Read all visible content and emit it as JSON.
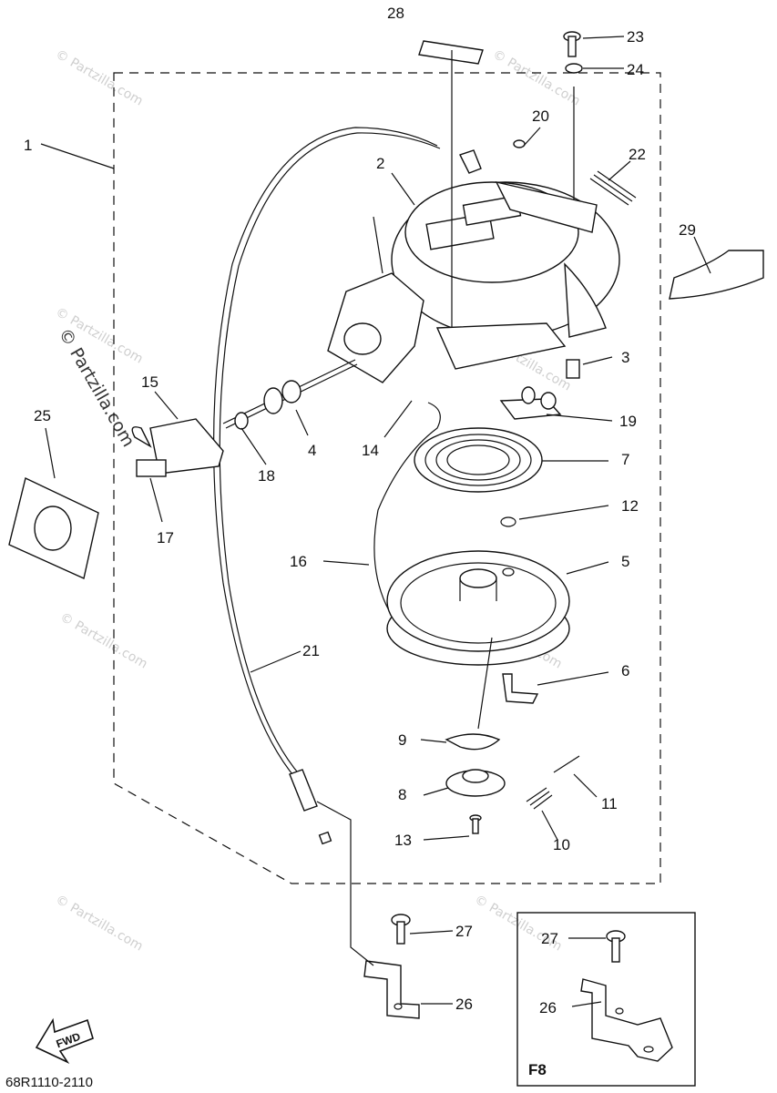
{
  "callouts": [
    "1",
    "2",
    "3",
    "4",
    "5",
    "6",
    "7",
    "8",
    "9",
    "10",
    "11",
    "12",
    "13",
    "14",
    "15",
    "16",
    "17",
    "18",
    "19",
    "20",
    "21",
    "22",
    "23",
    "24",
    "25",
    "26",
    "27",
    "28",
    "29"
  ],
  "inset": {
    "label": "F8",
    "callouts": [
      "27",
      "26"
    ]
  },
  "arrow": {
    "text": "FWD"
  },
  "diagram_code": "68R1110-2110",
  "watermark": {
    "text": "© Partzilla.com",
    "vertical_text": "© Partzilla.com"
  }
}
